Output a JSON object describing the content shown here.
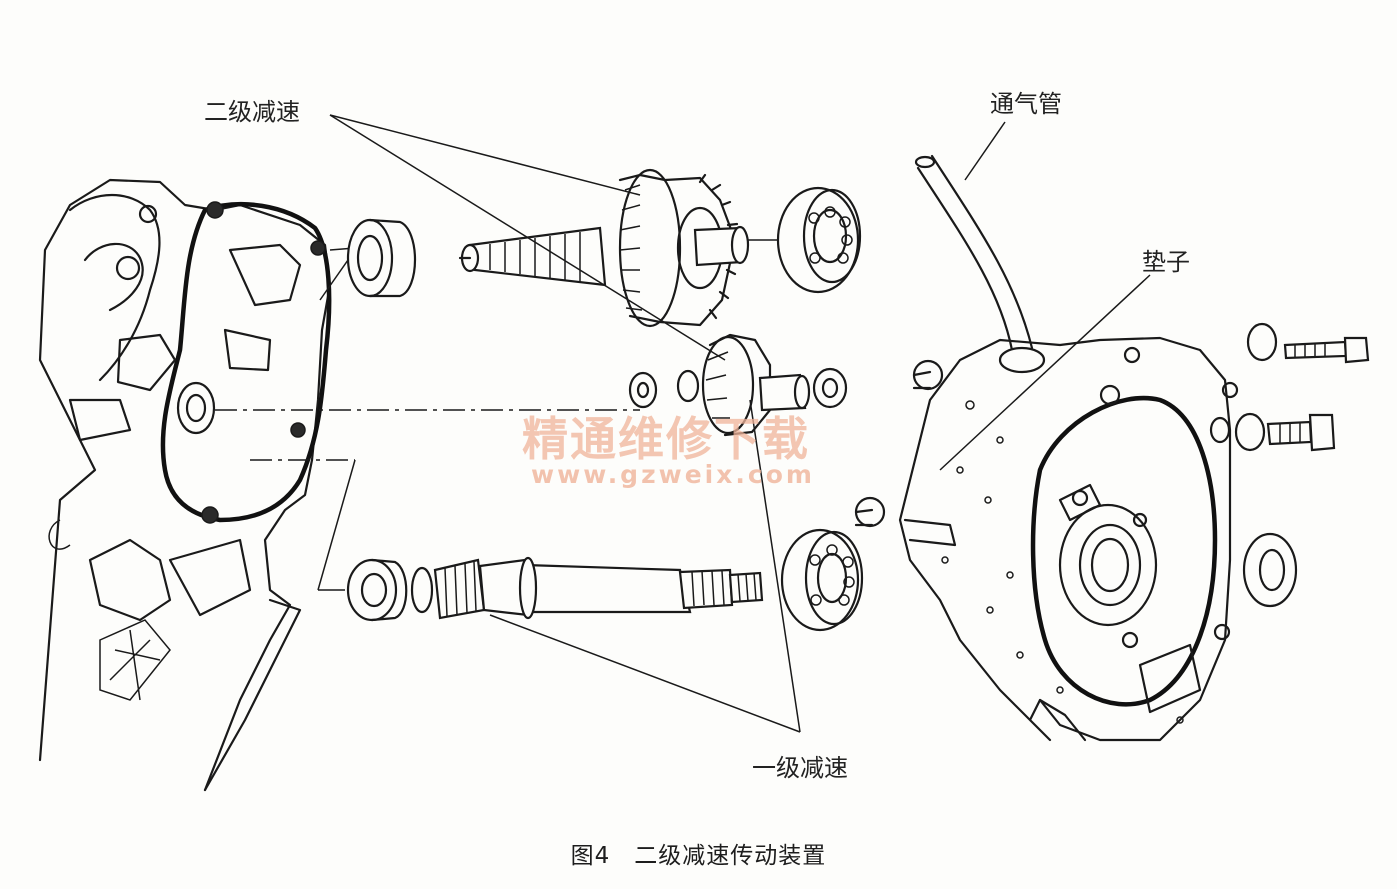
{
  "labels": {
    "second_stage": "二级减速",
    "first_stage": "一级减速",
    "breather_tube": "通气管",
    "gasket": "垫子"
  },
  "caption": "图4　二级减速传动装置",
  "watermark": {
    "cn": "精通维修下载",
    "url": "www.gzweix.com"
  }
}
